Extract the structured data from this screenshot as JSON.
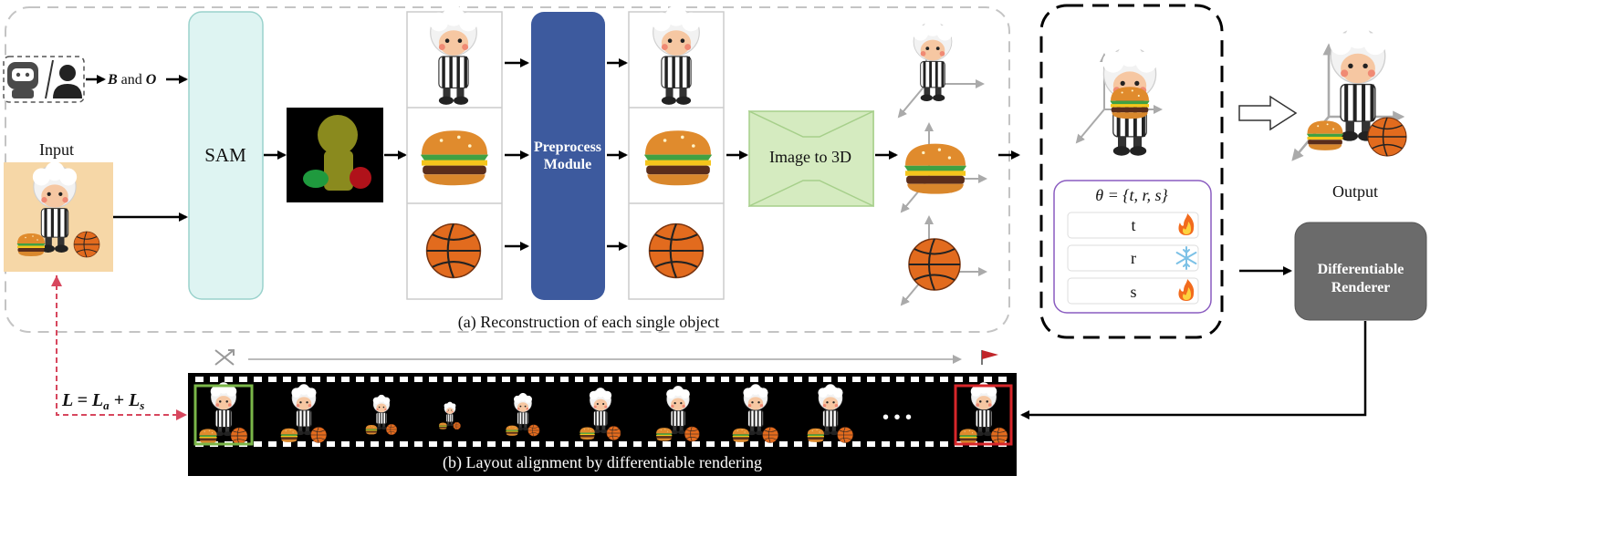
{
  "diagram": {
    "input_label": "Input",
    "bo_label_b": "B",
    "bo_label_and": " and ",
    "bo_label_o": "O",
    "sam_label": "SAM",
    "preprocess_label_line1": "Preprocess",
    "preprocess_label_line2": "Module",
    "image_to_3d_label": "Image to 3D",
    "theta_label": "θ = {t, r, s}",
    "params": [
      {
        "name": "t",
        "icon": "fire-icon"
      },
      {
        "name": "r",
        "icon": "snowflake-icon"
      },
      {
        "name": "s",
        "icon": "fire-icon"
      }
    ],
    "output_label": "Output",
    "renderer_line1": "Differentiable",
    "renderer_line2": "Renderer",
    "caption_a": "(a) Reconstruction of each single object",
    "caption_b": "(b) Layout alignment by differentiable rendering",
    "loss_L": "L",
    "loss_eq": " = ",
    "loss_La": "L",
    "loss_a_sub": "a",
    "loss_plus": " + ",
    "loss_Ls": "L",
    "loss_s_sub": "s",
    "ellipsis": "• • •"
  },
  "colors": {
    "sam_fill": "#def4f2",
    "preprocess_fill": "#3d5a9e",
    "img3d_fill": "#d5ebc0",
    "renderer_fill": "#6b6b6b",
    "param_panel_border": "#8a5cc0",
    "loss_arrow": "#d7475e",
    "first_frame": "#7ab648",
    "last_frame": "#d7262a"
  }
}
